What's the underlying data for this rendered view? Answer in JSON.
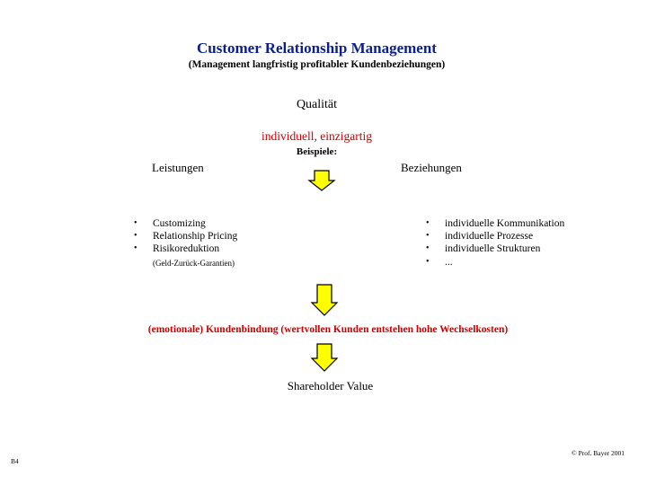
{
  "title": "Customer Relationship Management",
  "subtitle": "(Management langfristig profitabler Kundenbeziehungen)",
  "quality": {
    "heading": "Qualität",
    "sub": "individuell, einzigartig",
    "examples_label": "Beispiele:"
  },
  "left_column": {
    "heading": "Leistungen",
    "items": [
      "Customizing",
      "Relationship Pricing",
      "Risikoreduktion"
    ],
    "note": "(Geld-Zurück-Garantien)"
  },
  "right_column": {
    "heading": "Beziehungen",
    "items": [
      "individuelle Kommunikation",
      "individuelle Prozesse",
      "individuelle Strukturen",
      "..."
    ]
  },
  "bullet_symbol": "•",
  "result": "(emotionale) Kundenbindung (wertvollen Kunden entstehen hohe Wechselkosten)",
  "outcome": "Shareholder Value",
  "footer": {
    "copyright": "© Prof. Bayer 2001",
    "page_id": "B4"
  },
  "colors": {
    "title": "#0d1f8a",
    "accent_red": "#cc0000",
    "arrow_fill": "#ffff00",
    "arrow_stroke": "#000000"
  },
  "icons": [
    "down-arrow-icon"
  ]
}
